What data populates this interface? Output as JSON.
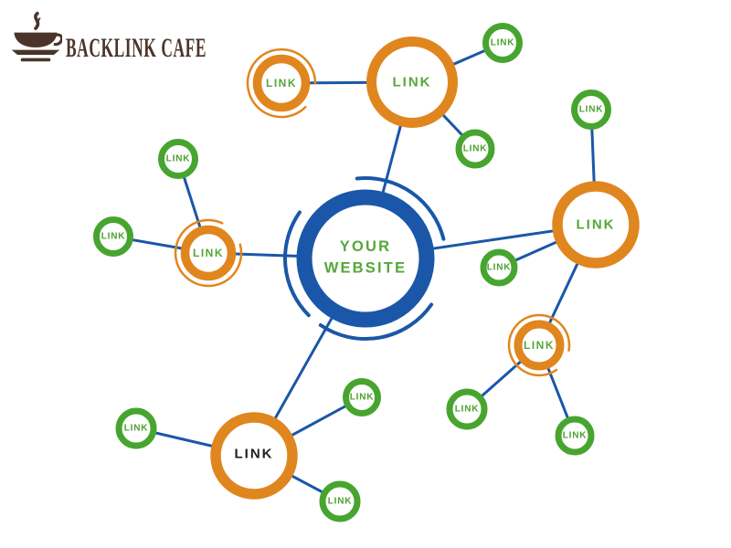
{
  "brand": {
    "name": "BACKLINK CAFE",
    "icon": "coffee-cup-icon"
  },
  "colors": {
    "blue": "#1a57a8",
    "orange": "#e0861f",
    "green": "#47a52f",
    "green_text": "#55a73a",
    "dark_text": "#1d1d1b",
    "brown": "#4a3429",
    "background": "#ffffff"
  },
  "diagram": {
    "center": {
      "id": "your-website",
      "line1": "YOUR",
      "line2": "WEBSITE",
      "ring": "blue"
    },
    "hubs": [
      {
        "id": "hub-top",
        "label": "LINK",
        "ring": "orange",
        "label_color": "green"
      },
      {
        "id": "hub-top-left",
        "label": "LINK",
        "ring": "orange-sketch",
        "label_color": "green"
      },
      {
        "id": "hub-left",
        "label": "LINK",
        "ring": "orange-sketch",
        "label_color": "green"
      },
      {
        "id": "hub-right",
        "label": "LINK",
        "ring": "orange",
        "label_color": "green"
      },
      {
        "id": "hub-mid-right",
        "label": "LINK",
        "ring": "orange-sketch",
        "label_color": "green"
      },
      {
        "id": "hub-bottom",
        "label": "LINK",
        "ring": "orange",
        "label_color": "black"
      }
    ],
    "leaves": [
      {
        "id": "leaf-top-right-1",
        "label": "LINK"
      },
      {
        "id": "leaf-top-right-2",
        "label": "LINK"
      },
      {
        "id": "leaf-upper-left-1",
        "label": "LINK"
      },
      {
        "id": "leaf-upper-left-2",
        "label": "LINK"
      },
      {
        "id": "leaf-right-top",
        "label": "LINK"
      },
      {
        "id": "leaf-right-mid",
        "label": "LINK"
      },
      {
        "id": "leaf-lower-right-1",
        "label": "LINK"
      },
      {
        "id": "leaf-lower-right-2",
        "label": "LINK"
      },
      {
        "id": "leaf-bottom-left",
        "label": "LINK"
      },
      {
        "id": "leaf-bottom-mid",
        "label": "LINK"
      },
      {
        "id": "leaf-bottom-2",
        "label": "LINK"
      }
    ],
    "edges": [
      {
        "from": "your-website",
        "to": "hub-top"
      },
      {
        "from": "hub-top",
        "to": "hub-top-left"
      },
      {
        "from": "hub-top",
        "to": "leaf-top-right-1"
      },
      {
        "from": "hub-top",
        "to": "leaf-top-right-2"
      },
      {
        "from": "your-website",
        "to": "hub-left"
      },
      {
        "from": "hub-left",
        "to": "leaf-upper-left-1"
      },
      {
        "from": "hub-left",
        "to": "leaf-upper-left-2"
      },
      {
        "from": "your-website",
        "to": "hub-right"
      },
      {
        "from": "hub-right",
        "to": "leaf-right-top"
      },
      {
        "from": "hub-right",
        "to": "leaf-right-mid"
      },
      {
        "from": "hub-right",
        "to": "hub-mid-right"
      },
      {
        "from": "hub-mid-right",
        "to": "leaf-lower-right-1"
      },
      {
        "from": "hub-mid-right",
        "to": "leaf-lower-right-2"
      },
      {
        "from": "your-website",
        "to": "hub-bottom"
      },
      {
        "from": "hub-bottom",
        "to": "leaf-bottom-left"
      },
      {
        "from": "hub-bottom",
        "to": "leaf-bottom-mid"
      },
      {
        "from": "hub-bottom",
        "to": "leaf-bottom-2"
      }
    ]
  }
}
